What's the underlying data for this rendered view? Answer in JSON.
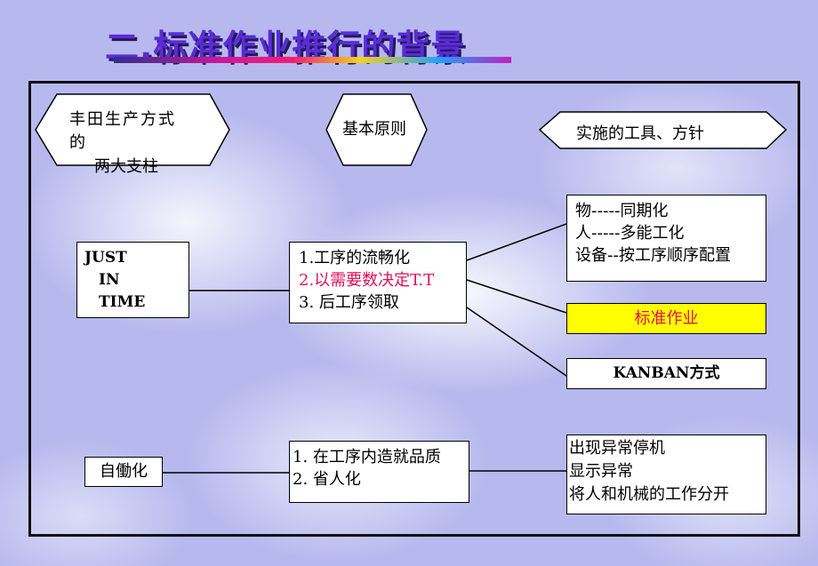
{
  "slide": {
    "title": "二.标准作业推行的背景"
  },
  "headers": {
    "pillars_line1": "丰田生产方式",
    "pillars_line2": "的",
    "pillars_line3": "两大支柱",
    "principles": "基本原则",
    "tools": "实施的工具、方针"
  },
  "jit": {
    "line1": "JUST",
    "line2": "IN",
    "line3": "TIME"
  },
  "jit_principles": {
    "item1": "1.工序的流畅化",
    "item2": "2.以需要数决定T.T",
    "item3": "3. 后工序领取"
  },
  "jit_tools": {
    "sync_line1": "物-----同期化",
    "sync_line2": "人-----多能工化",
    "sync_line3": "设备--按工序顺序配置",
    "standard_work": "标准作业",
    "kanban": "KANBAN方式"
  },
  "jidoka": {
    "label": "自働化",
    "item1": "1. 在工序内造就品质",
    "item2": "2. 省人化"
  },
  "jidoka_tools": {
    "line1": "出现异常停机",
    "line2": "显示异常",
    "line3": "将人和机械的工作分开"
  },
  "colors": {
    "title": "#5a2bd8",
    "highlight_fill": "#ffff00",
    "highlight_text": "#e0105a",
    "background": "#b7b9ee"
  }
}
